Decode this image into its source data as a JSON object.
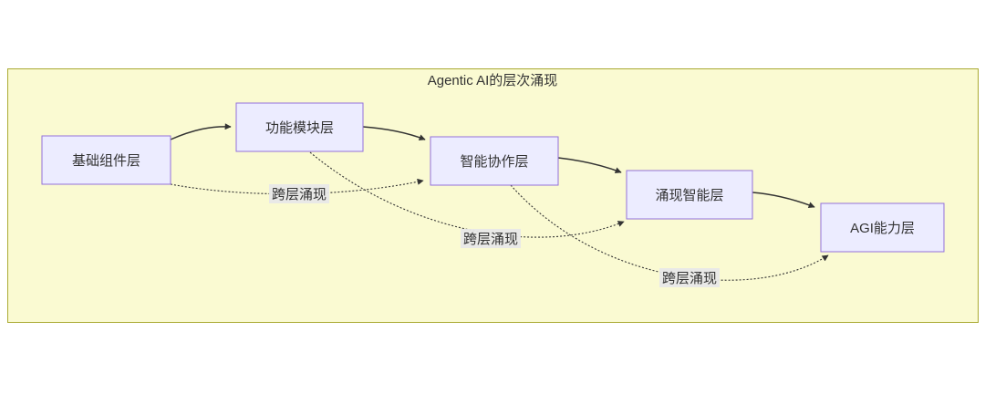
{
  "diagram": {
    "title": "Agentic AI的层次涌现",
    "nodes": [
      {
        "label": "基础组件层"
      },
      {
        "label": "功能模块层"
      },
      {
        "label": "智能协作层"
      },
      {
        "label": "涌现智能层"
      },
      {
        "label": "AGI能力层"
      }
    ],
    "edges": [
      {
        "from": "基础组件层",
        "to": "功能模块层",
        "style": "solid",
        "label": ""
      },
      {
        "from": "功能模块层",
        "to": "智能协作层",
        "style": "solid",
        "label": ""
      },
      {
        "from": "智能协作层",
        "to": "涌现智能层",
        "style": "solid",
        "label": ""
      },
      {
        "from": "涌现智能层",
        "to": "AGI能力层",
        "style": "solid",
        "label": ""
      },
      {
        "from": "基础组件层",
        "to": "智能协作层",
        "style": "dotted",
        "label": "跨层涌现"
      },
      {
        "from": "功能模块层",
        "to": "涌现智能层",
        "style": "dotted",
        "label": "跨层涌现"
      },
      {
        "from": "智能协作层",
        "to": "AGI能力层",
        "style": "dotted",
        "label": "跨层涌现"
      }
    ],
    "colors": {
      "canvas_background": "#FFFFFF",
      "cluster_fill": "#FAFAD2",
      "cluster_border": "#AAAA33",
      "node_fill": "#ECECFF",
      "node_border": "#9370DB",
      "edge_color": "#333333",
      "edge_label_background": "#E8E8E8",
      "text_color": "#333333"
    }
  }
}
